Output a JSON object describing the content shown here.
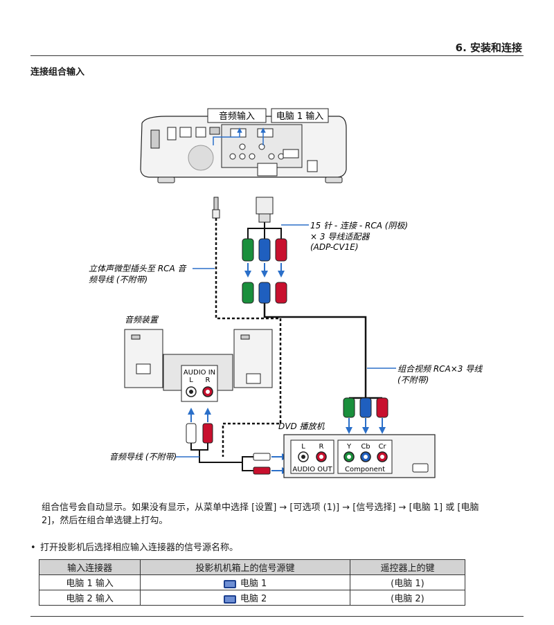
{
  "header": {
    "chapter": "6. 安装和连接",
    "section_title": "连接组合输入"
  },
  "diagram": {
    "label_audio_in": "音频输入",
    "label_pc1_in": "电脑 1 输入",
    "adapter_line1": "15 针 - 连接 - RCA (阴极)",
    "adapter_line2": "× 3 导线适配器",
    "adapter_line3": "(ADP-CV1E)",
    "stereo_cable_line1": "立体声微型插头至 RCA 音",
    "stereo_cable_line2": "频导线 (不附带)",
    "audio_device": "音频装置",
    "audio_in_panel": "AUDIO IN",
    "audio_in_l": "L",
    "audio_in_r": "R",
    "component_cable_line1": "组合视频 RCA×3 导线",
    "component_cable_line2": "(不附带)",
    "dvd_player": "DVD 播放机",
    "audio_cable": "音频导线 (不附带)",
    "dvd_l": "L",
    "dvd_r": "R",
    "dvd_y": "Y",
    "dvd_cb": "Cb",
    "dvd_cr": "Cr",
    "audio_out": "AUDIO OUT",
    "component": "Component",
    "colors": {
      "green": "#1a8f3c",
      "blue": "#1f5fbf",
      "red": "#c8102e",
      "arrow": "#2a6fc9"
    }
  },
  "body": {
    "paragraph_line1": "组合信号会自动显示。如果没有显示，从菜单中选择 [设置] → [可选项 (1)] → [信号选择] → [电脑 1] 或 [电脑",
    "paragraph_line2": "2]，然后在组合单选键上打勾。",
    "bullet": "打开投影机后选择相应输入连接器的信号源名称。"
  },
  "table": {
    "headers": [
      "输入连接器",
      "投影机机箱上的信号源键",
      "遥控器上的键"
    ],
    "rows": [
      {
        "connector": "电脑 1 输入",
        "cabinet_key": "电脑 1",
        "remote_key": "(电脑 1)"
      },
      {
        "connector": "电脑 2 输入",
        "cabinet_key": "电脑 2",
        "remote_key": "(电脑 2)"
      }
    ]
  }
}
